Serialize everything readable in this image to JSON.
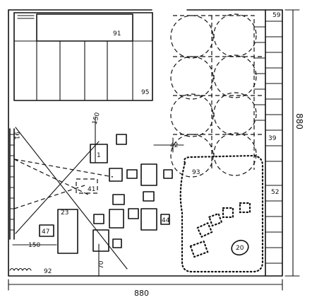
{
  "labels": {
    "l91a": "91",
    "l95": "95",
    "l59": "59",
    "l91b": "91",
    "l150a": "150",
    "l42": "42",
    "l39": "39",
    "l1": "1",
    "l93": "93",
    "l41": "41",
    "l52": "52",
    "l23": "23",
    "l44": "44",
    "l47": "47",
    "l150b": "150",
    "l20": "20",
    "l70": "70",
    "l92": "92"
  },
  "dimensions": {
    "width": "880",
    "height": "880"
  }
}
